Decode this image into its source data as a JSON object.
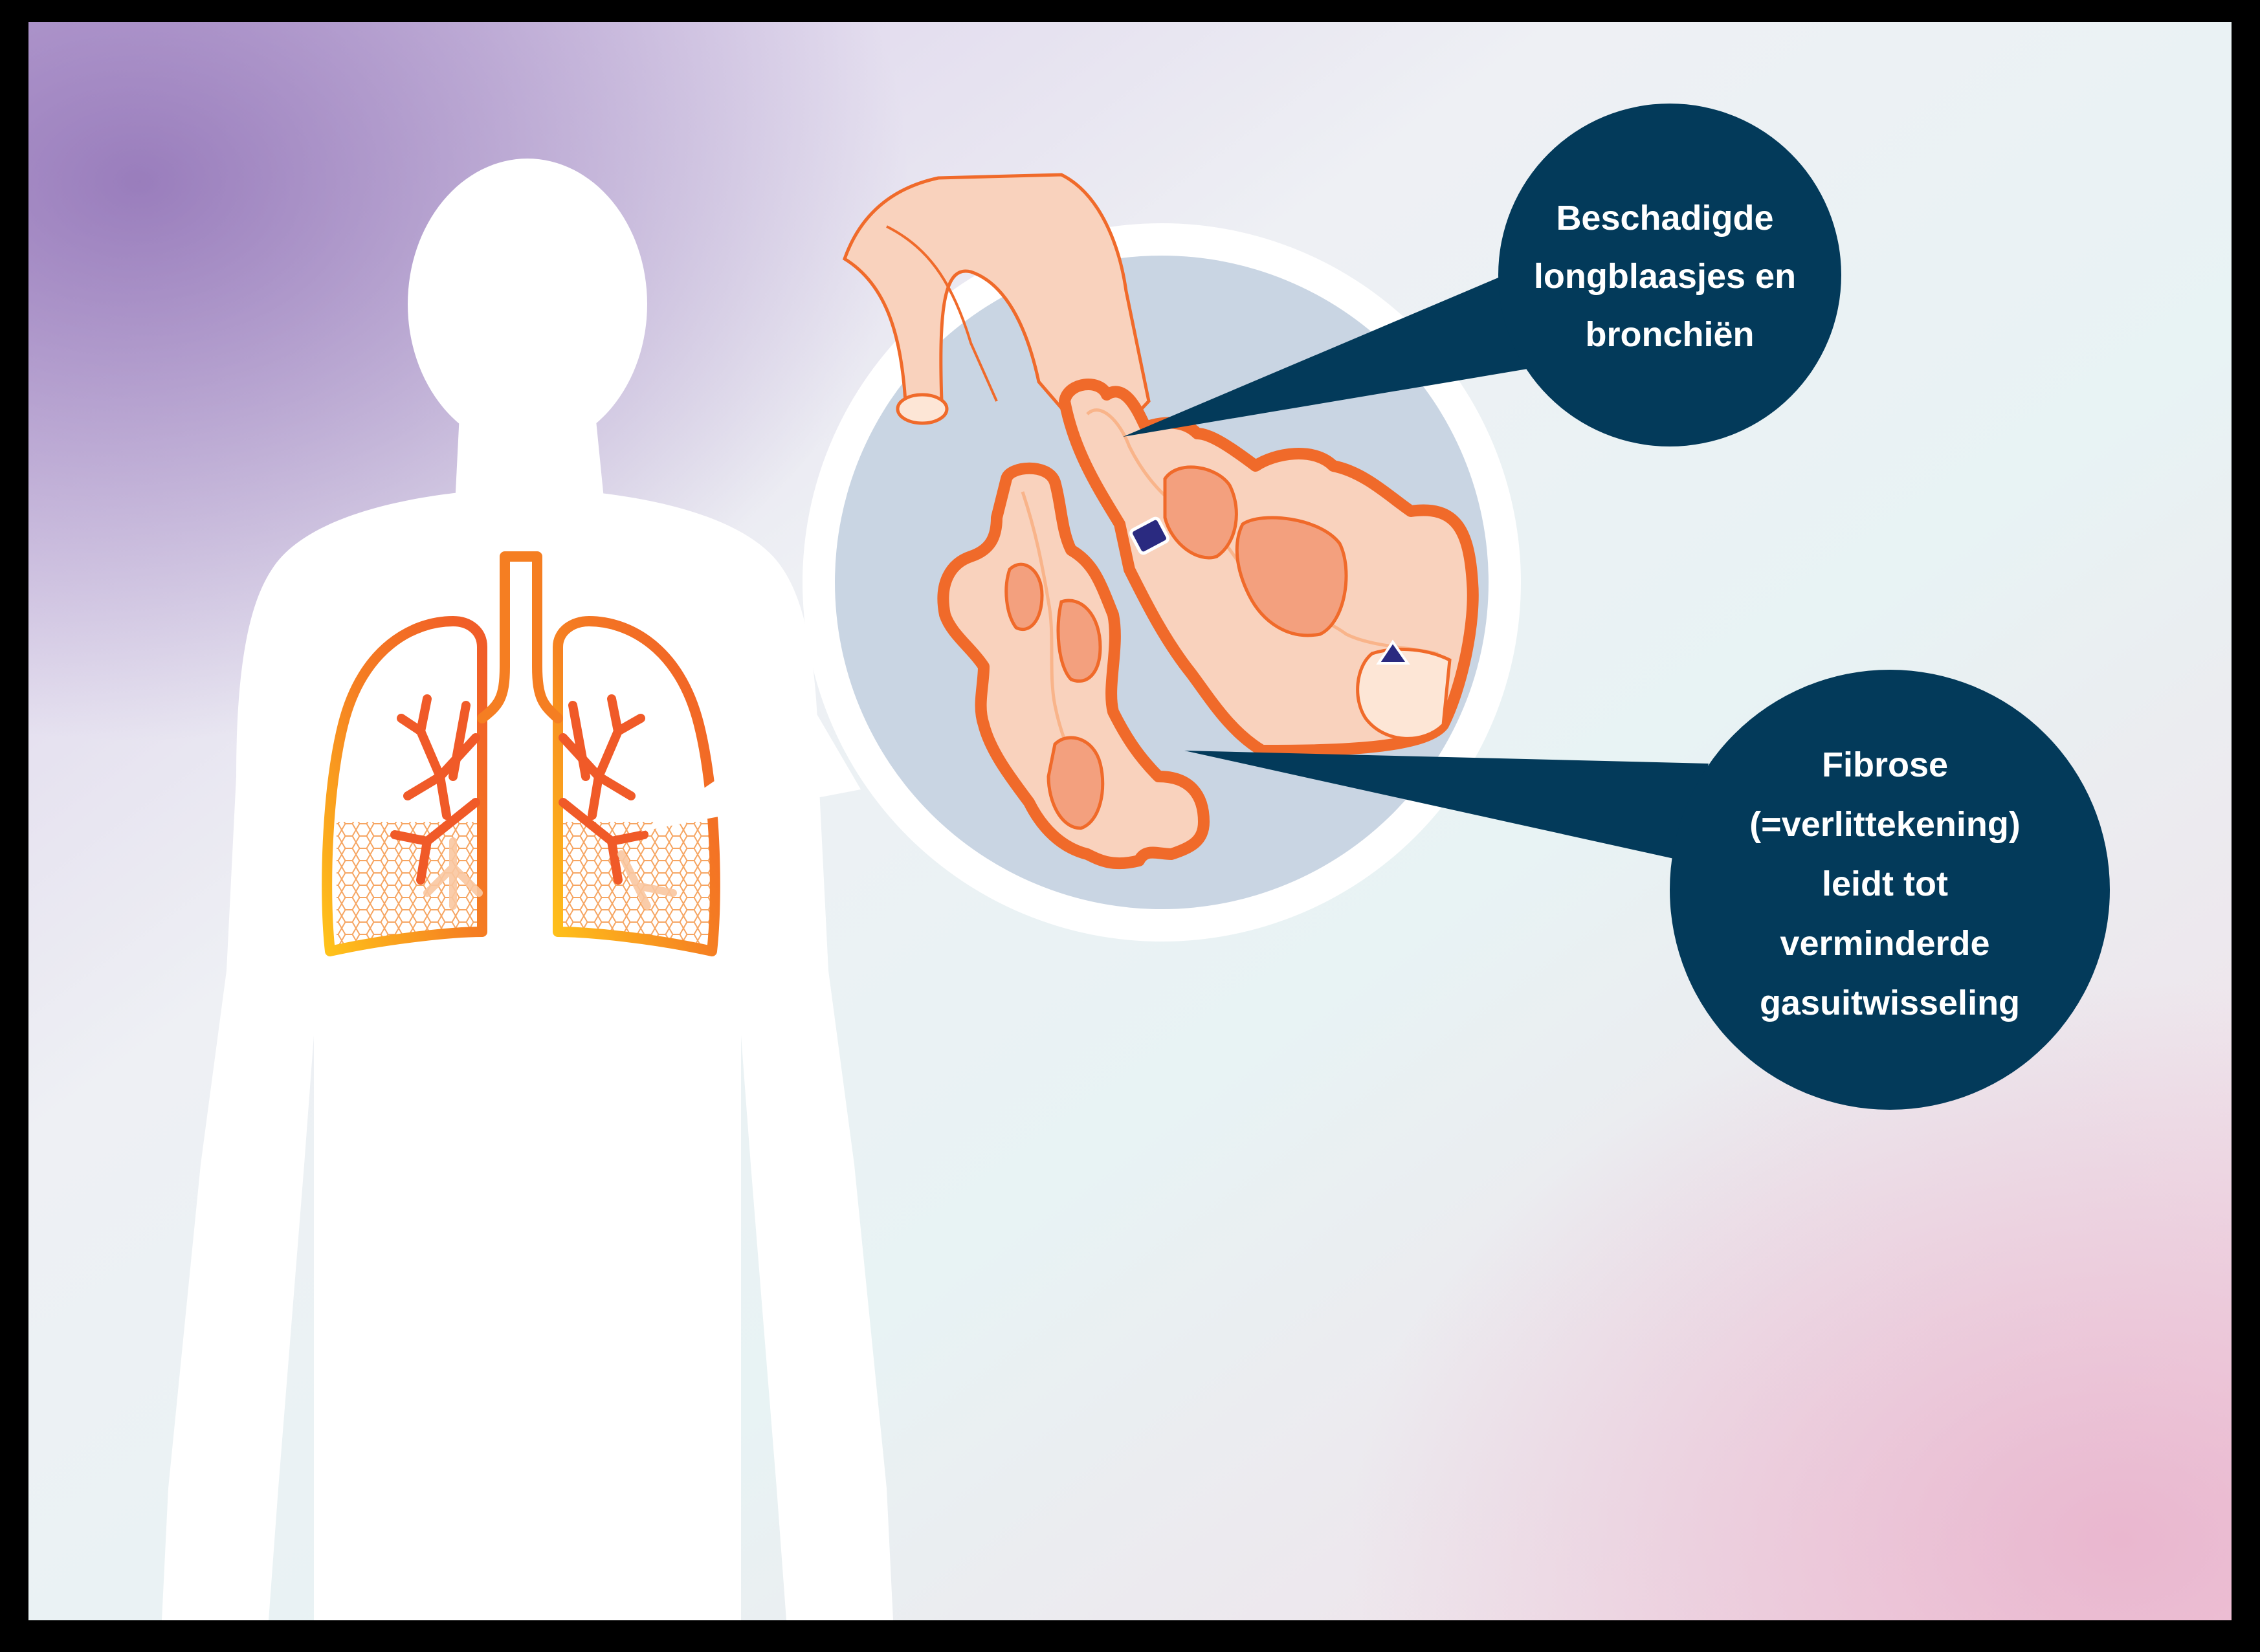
{
  "callouts": {
    "alveoli": {
      "line1": "Beschadigde",
      "line2": "longblaasjes en",
      "line3": "bronchiën"
    },
    "fibrosis": {
      "line1": "Fibrose",
      "line2": "(=verlittekening)",
      "line3": "leidt tot",
      "line4": "verminderde",
      "line5": "gasuitwisseling"
    }
  },
  "colors": {
    "frame": "#000000",
    "callout_fill": "#033a5a",
    "lung_outline": "#f06a2a",
    "lung_accent": "#ffc21a",
    "zoom_disc": "#c9d5e3",
    "tissue_fill": "#f9d2bd",
    "tissue_outline": "#f06a2a",
    "damage_fill": "#f3a07e",
    "cell_marker": "#2a2a80"
  },
  "icons": {
    "body": "human-silhouette-icon",
    "lungs": "lungs-icon",
    "square_marker": "square-cell-icon",
    "triangle_marker": "triangle-cell-icon"
  }
}
